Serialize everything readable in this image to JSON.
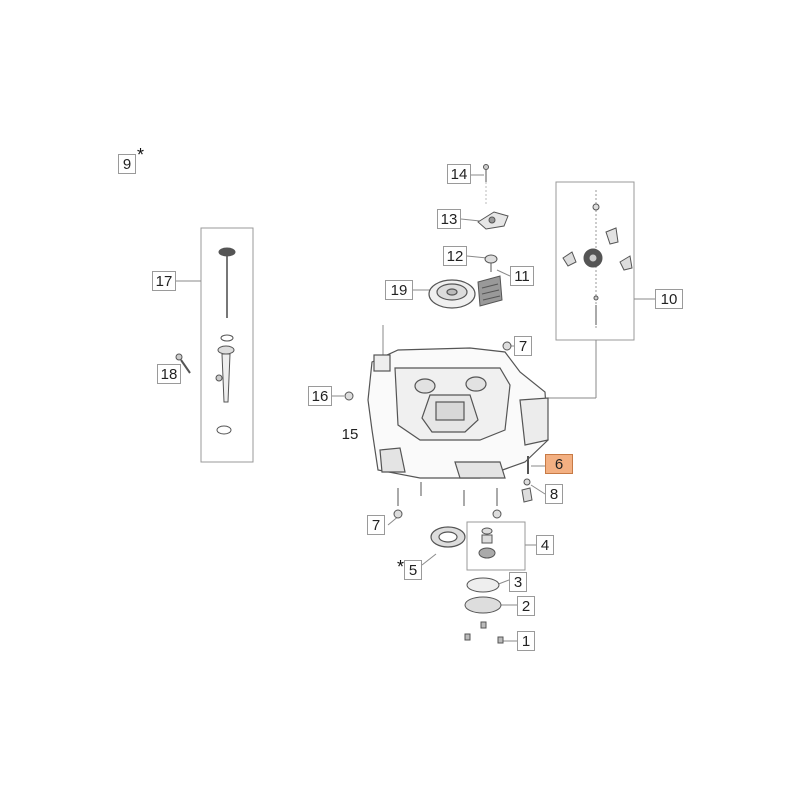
{
  "callouts": {
    "c1": "1",
    "c2": "2",
    "c3": "3",
    "c4": "4",
    "c5": "5",
    "c6": "6",
    "c7a": "7",
    "c7b": "7",
    "c8": "8",
    "c9": "9",
    "c10": "10",
    "c11": "11",
    "c12": "12",
    "c13": "13",
    "c14": "14",
    "c15": "15",
    "c16": "16",
    "c17": "17",
    "c18": "18",
    "c19": "19"
  },
  "markers": {
    "star9": "*",
    "star5": "*"
  },
  "colors": {
    "highlight": "#f3b082",
    "line": "#8a8a8a",
    "part_stroke": "#555555"
  }
}
